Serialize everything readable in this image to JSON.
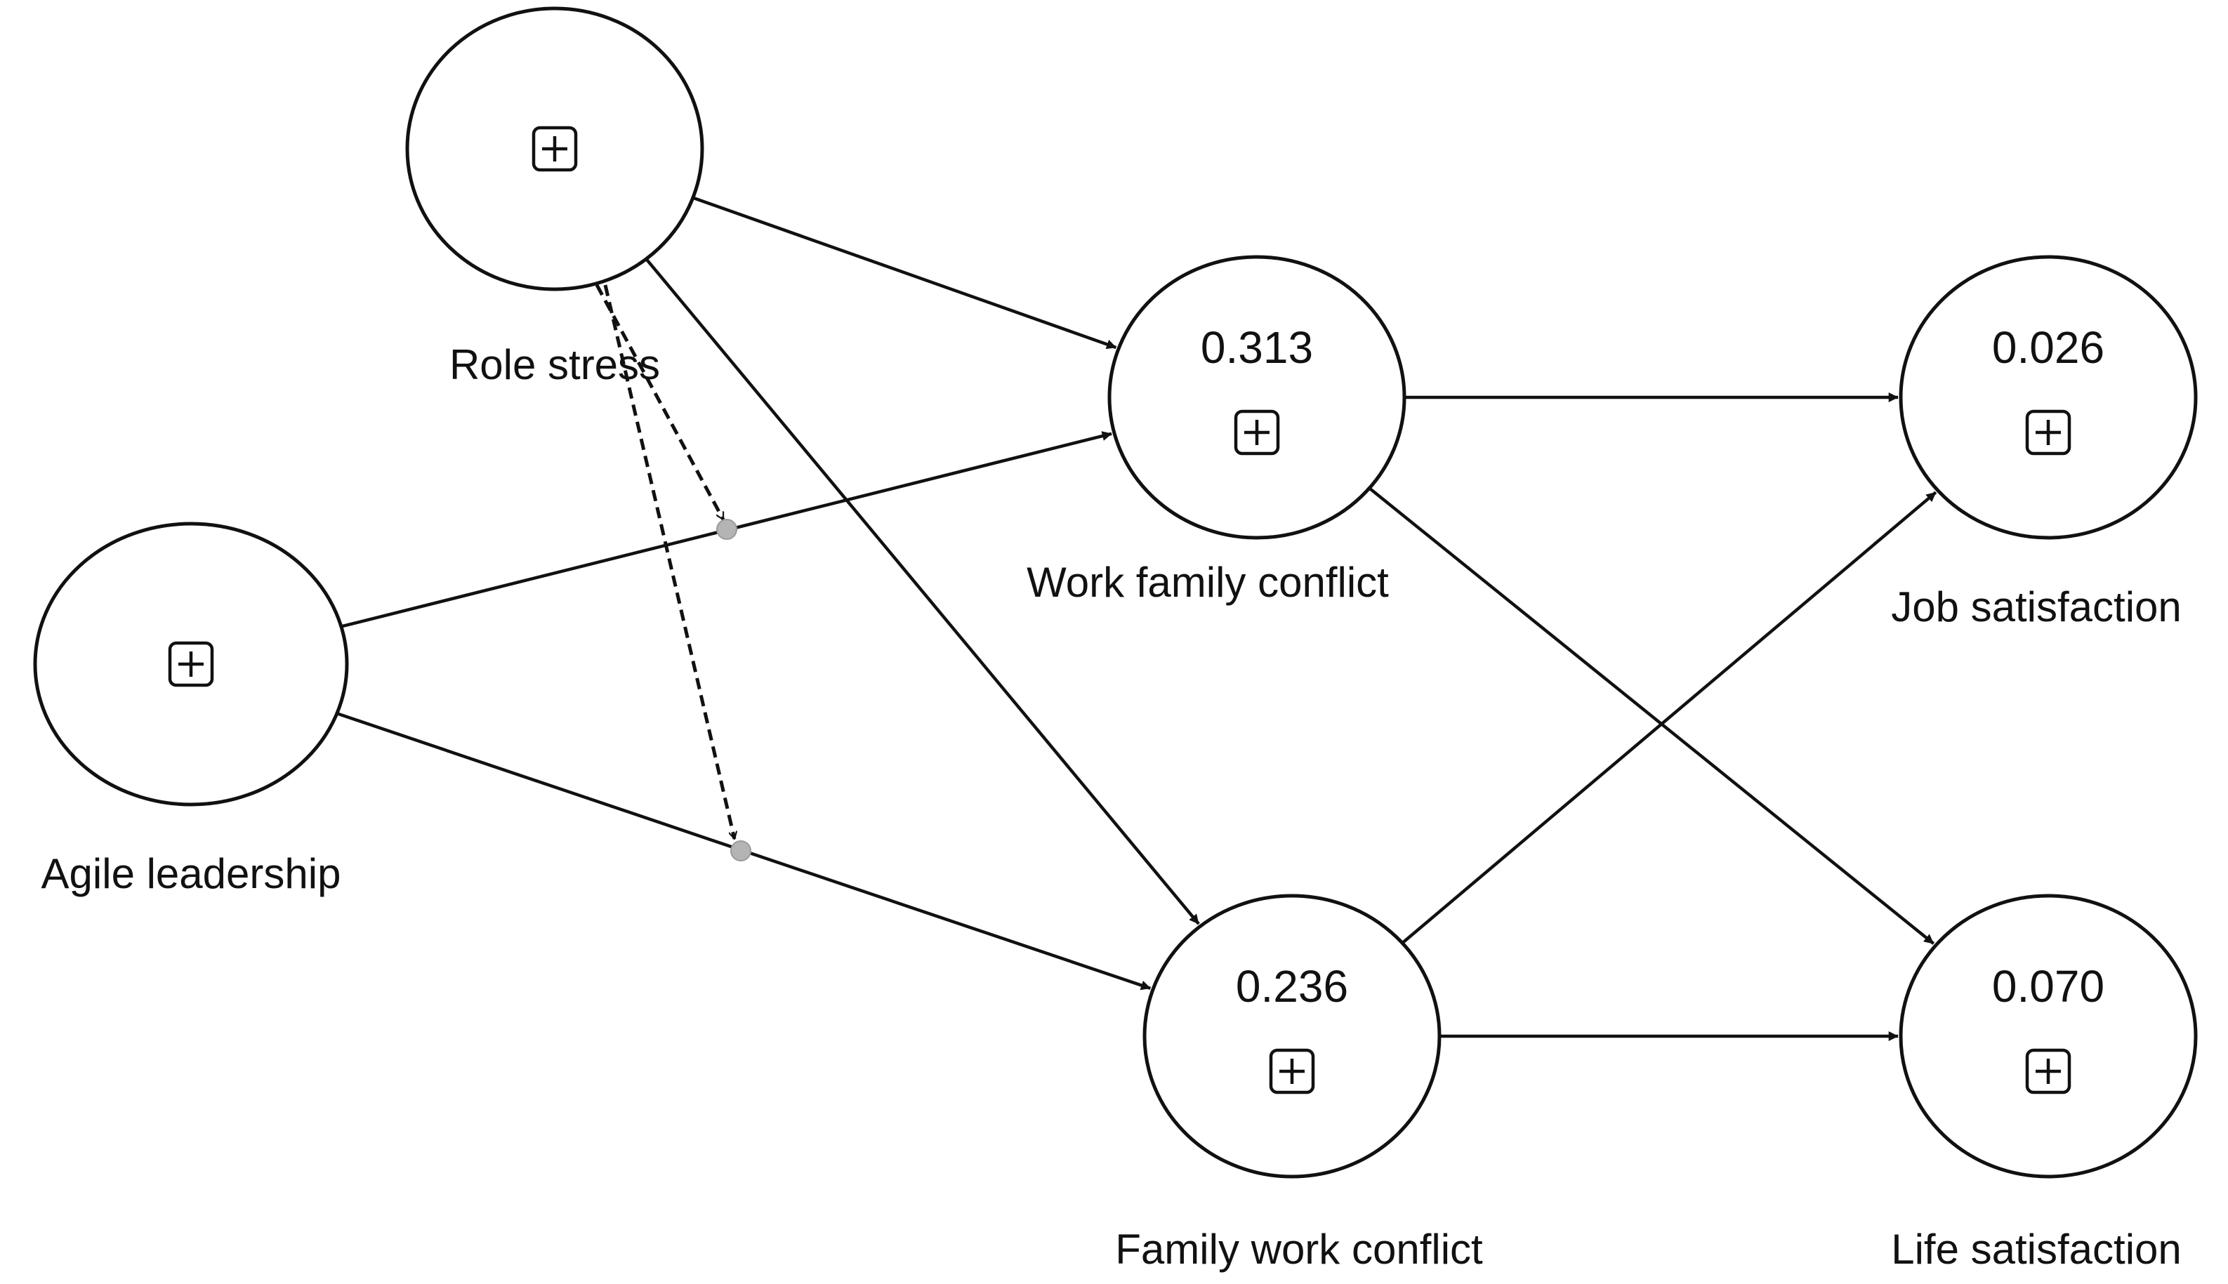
{
  "constructs": [
    {
      "id": "role_stress",
      "label": "Role stress",
      "r2": ""
    },
    {
      "id": "agile_leadership",
      "label": "Agile leadership",
      "r2": ""
    },
    {
      "id": "work_family_conflict",
      "label": "Work family conflict",
      "r2": "0.313"
    },
    {
      "id": "family_work_conflict",
      "label": "Family work conflict",
      "r2": "0.236"
    },
    {
      "id": "job_satisfaction",
      "label": "Job satisfaction",
      "r2": "0.026"
    },
    {
      "id": "life_satisfaction",
      "label": "Life satisfaction",
      "r2": "0.070"
    }
  ],
  "paths": [
    {
      "from": "role_stress",
      "to": "work_family_conflict"
    },
    {
      "from": "role_stress",
      "to": "family_work_conflict"
    },
    {
      "from": "agile_leadership",
      "to": "work_family_conflict"
    },
    {
      "from": "agile_leadership",
      "to": "family_work_conflict"
    },
    {
      "from": "work_family_conflict",
      "to": "job_satisfaction"
    },
    {
      "from": "work_family_conflict",
      "to": "life_satisfaction"
    },
    {
      "from": "family_work_conflict",
      "to": "job_satisfaction"
    },
    {
      "from": "family_work_conflict",
      "to": "life_satisfaction"
    }
  ],
  "moderations": [
    {
      "moderator": "role_stress",
      "on_path": "agile_leadership -> work_family_conflict"
    },
    {
      "moderator": "role_stress",
      "on_path": "agile_leadership -> family_work_conflict"
    }
  ],
  "icons": {
    "expand": "expand-plus-icon"
  }
}
